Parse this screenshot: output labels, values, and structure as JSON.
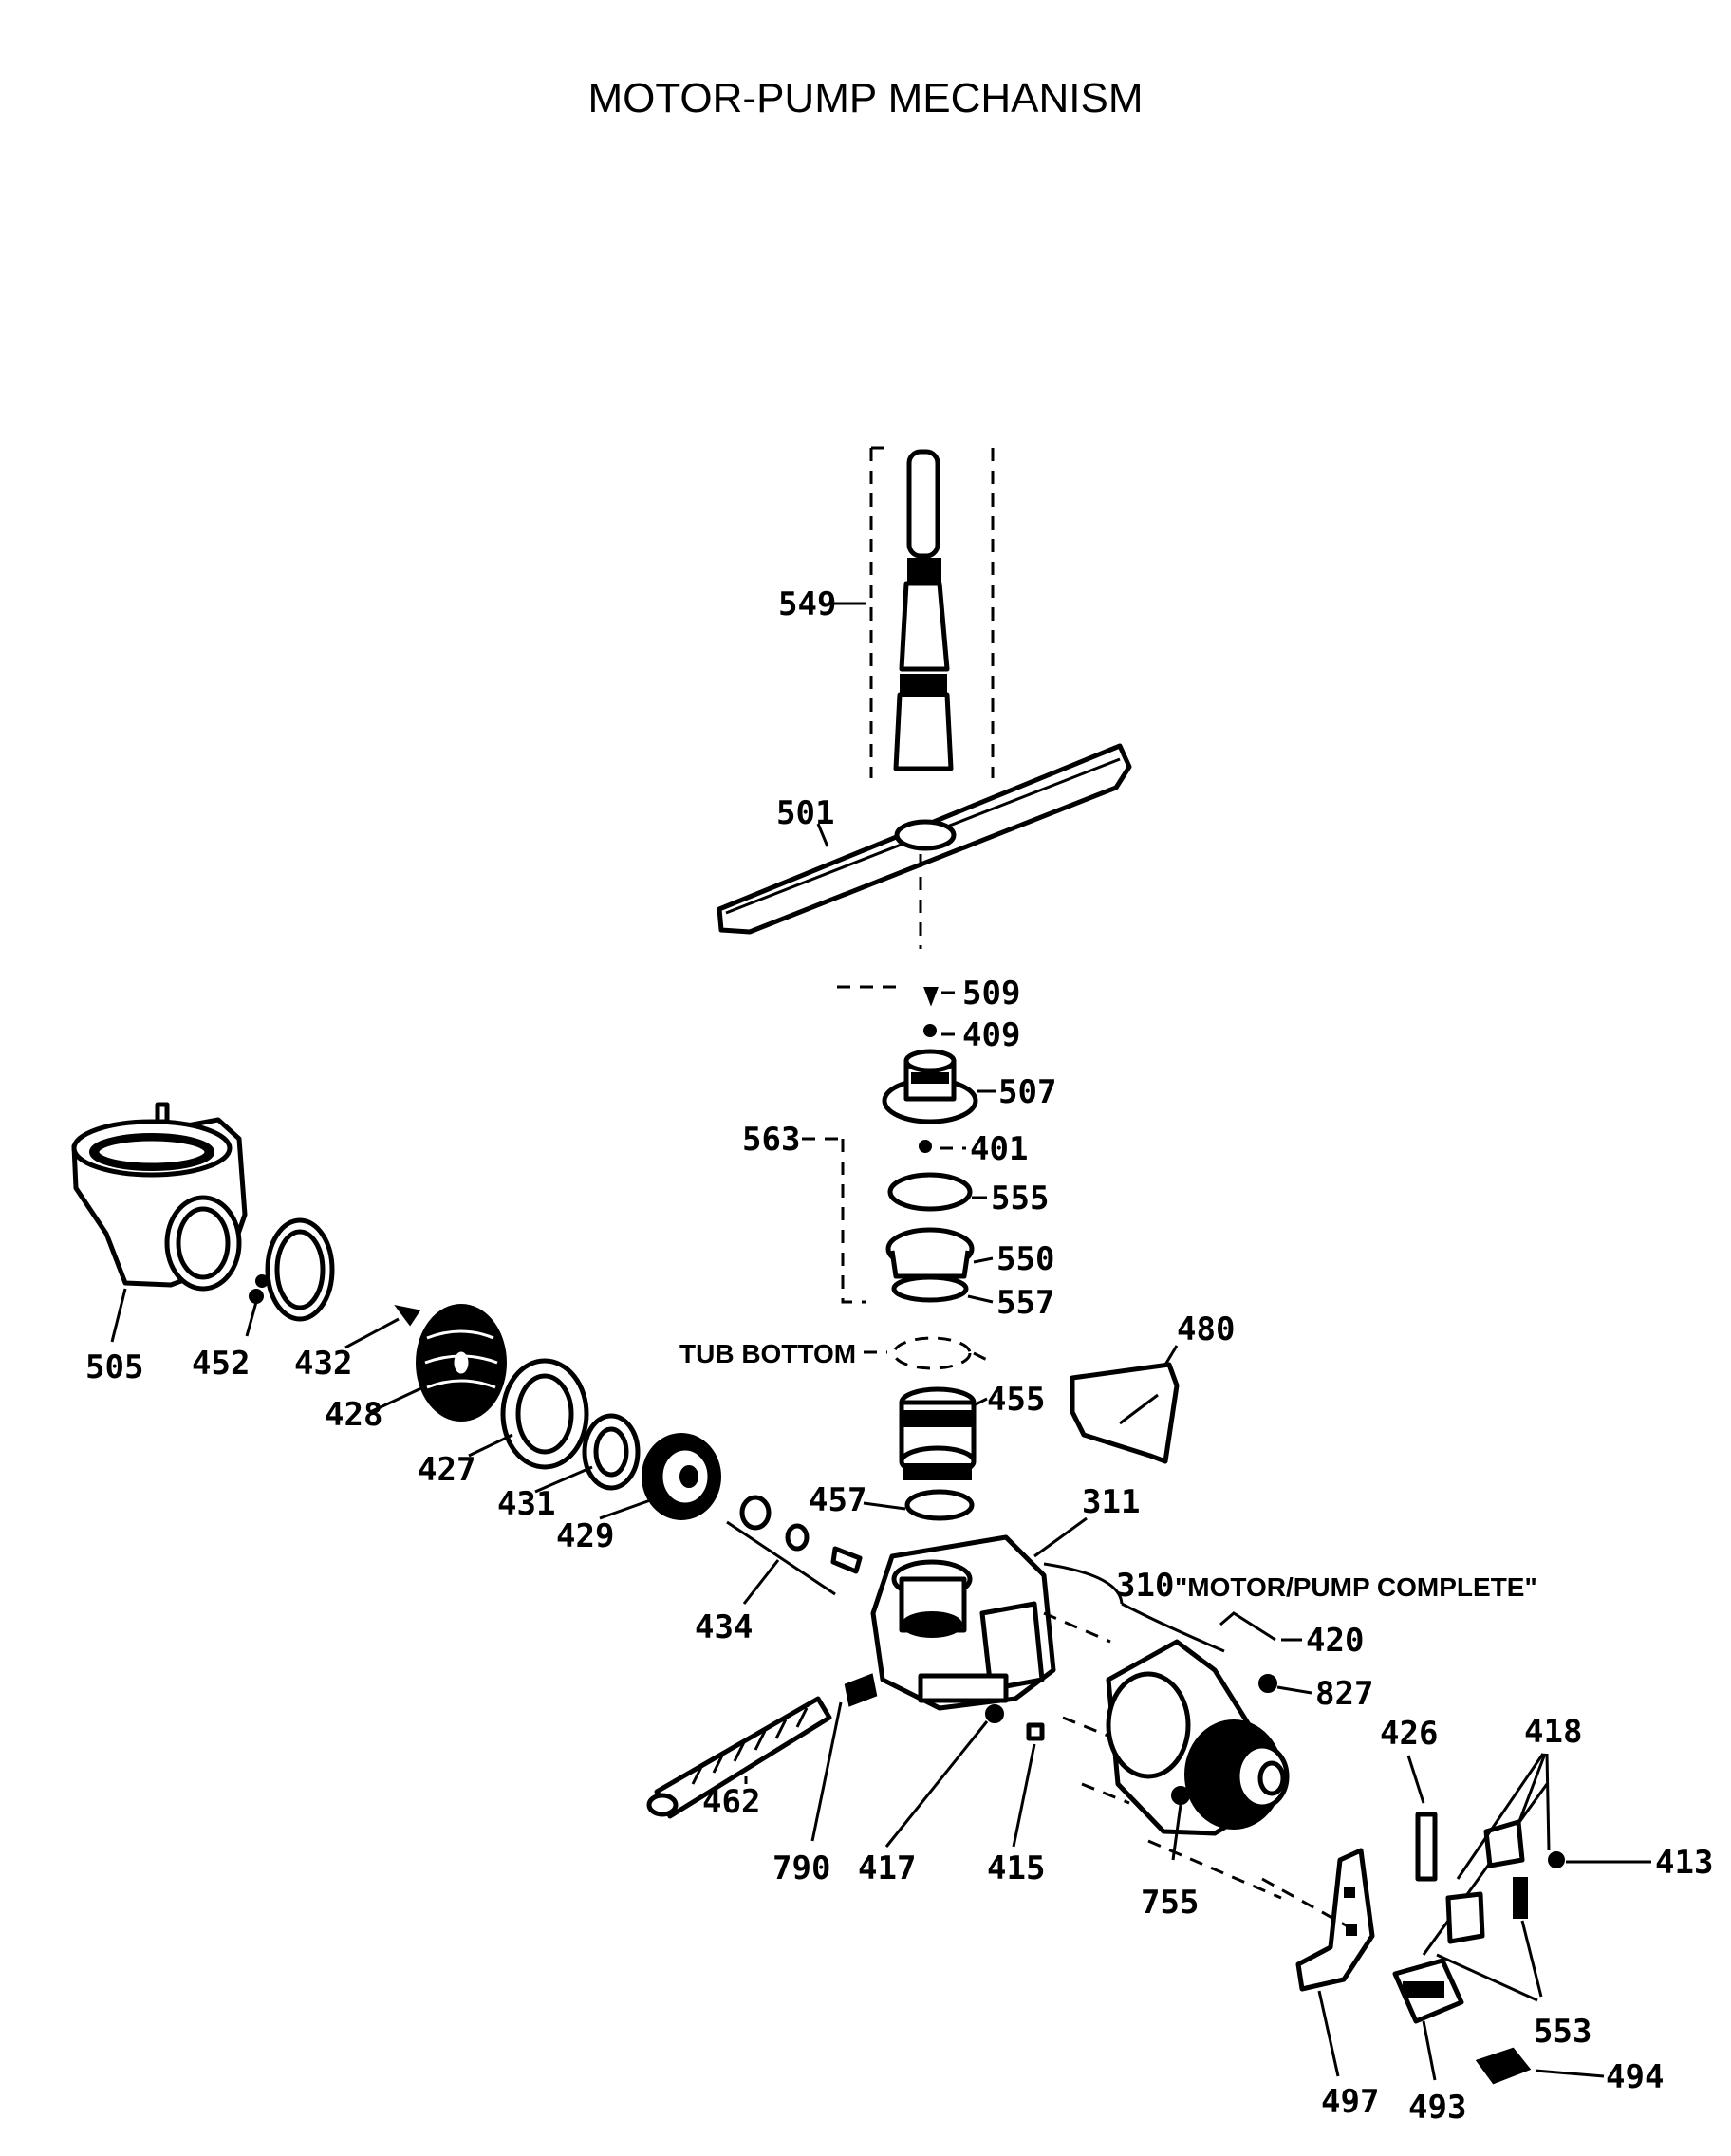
{
  "title": "MOTOR-PUMP MECHANISM",
  "labels": {
    "tub_bottom": "TUB BOTTOM",
    "motor_pump_complete": "\"MOTOR/PUMP COMPLETE\"",
    "motor_pump_complete_num": "310"
  },
  "parts": [
    "549",
    "501",
    "509",
    "409",
    "507",
    "563",
    "401",
    "555",
    "550",
    "557",
    "480",
    "455",
    "457",
    "311",
    "505",
    "452",
    "432",
    "428",
    "427",
    "431",
    "429",
    "434",
    "420",
    "827",
    "426",
    "418",
    "413",
    "462",
    "790",
    "417",
    "415",
    "755",
    "553",
    "497",
    "493",
    "494"
  ]
}
